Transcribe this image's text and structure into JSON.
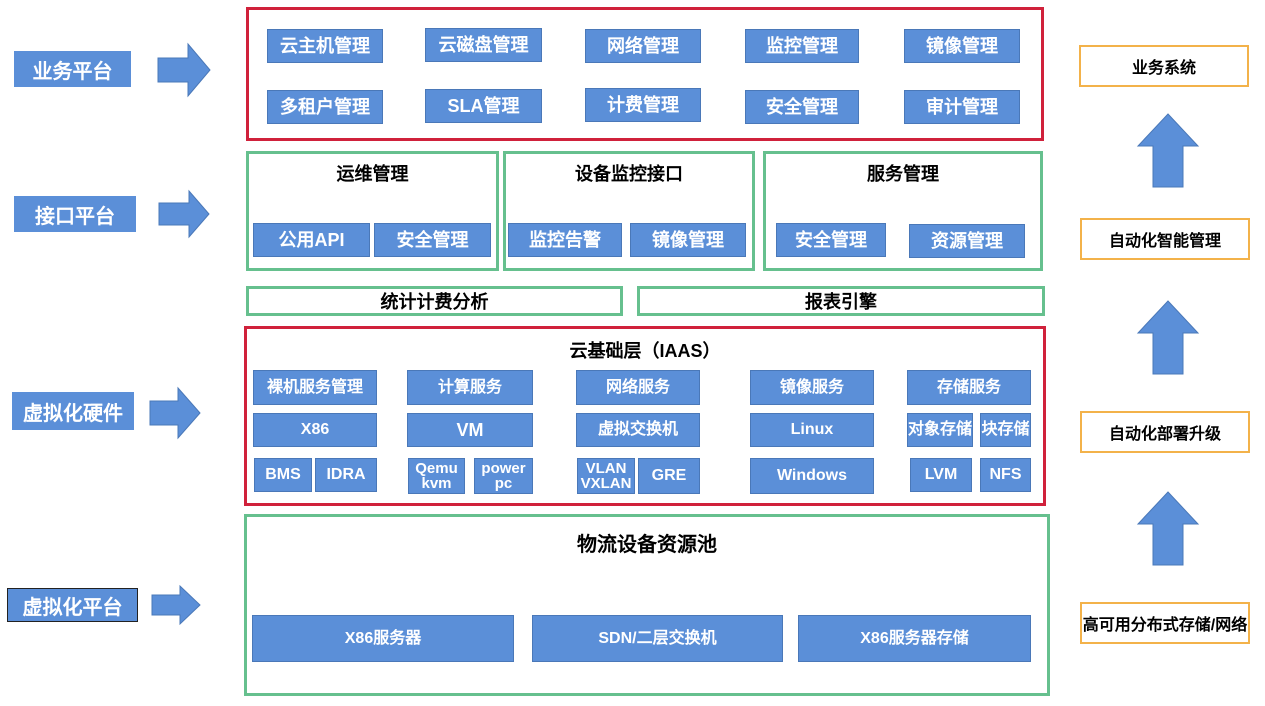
{
  "left_labels": [
    "业务平台",
    "接口平台",
    "虚拟化硬件",
    "虚拟化平台"
  ],
  "business": {
    "row1": [
      "云主机管理",
      "云磁盘管理",
      "网络管理",
      "监控管理",
      "镜像管理"
    ],
    "row2": [
      "多租户管理",
      "SLA管理",
      "计费管理",
      "安全管理",
      "审计管理"
    ]
  },
  "interface": {
    "ops": {
      "title": "运维管理",
      "items": [
        "公用API",
        "安全管理"
      ]
    },
    "monitor": {
      "title": "设备监控接口",
      "items": [
        "监控告警",
        "镜像管理"
      ]
    },
    "service": {
      "title": "服务管理",
      "items": [
        "安全管理",
        "资源管理"
      ]
    }
  },
  "bars": {
    "billing": "统计计费分析",
    "report": "报表引擎"
  },
  "iaas": {
    "title": "云基础层（IAAS）",
    "col1": {
      "head": "裸机服务管理",
      "mid": "X86",
      "bottom": [
        "BMS",
        "IDRA"
      ]
    },
    "col2": {
      "head": "计算服务",
      "mid": "VM",
      "bottom": [
        "Qemu kvm",
        "power pc"
      ]
    },
    "col3": {
      "head": "网络服务",
      "mid": "虚拟交换机",
      "bottom": [
        "VLAN VXLAN",
        "GRE"
      ]
    },
    "col4": {
      "head": "镜像服务",
      "mid": "Linux",
      "bottom": [
        "Windows"
      ]
    },
    "col5": {
      "head": "存储服务",
      "mid": [
        "对象存储",
        "块存储"
      ],
      "bottom": [
        "LVM",
        "NFS"
      ]
    }
  },
  "pool": {
    "title": "物流设备资源池",
    "items": [
      "X86服务器",
      "SDN/二层交换机",
      "X86服务器存储"
    ]
  },
  "right": [
    "业务系统",
    "自动化智能管理",
    "自动化部署升级",
    "高可用分布式存储/网络"
  ],
  "colors": {
    "box_blue": "#5b8fd8",
    "frame_red": "#d0213b",
    "frame_green": "#66c08e",
    "frame_orange": "#f3b24a"
  }
}
